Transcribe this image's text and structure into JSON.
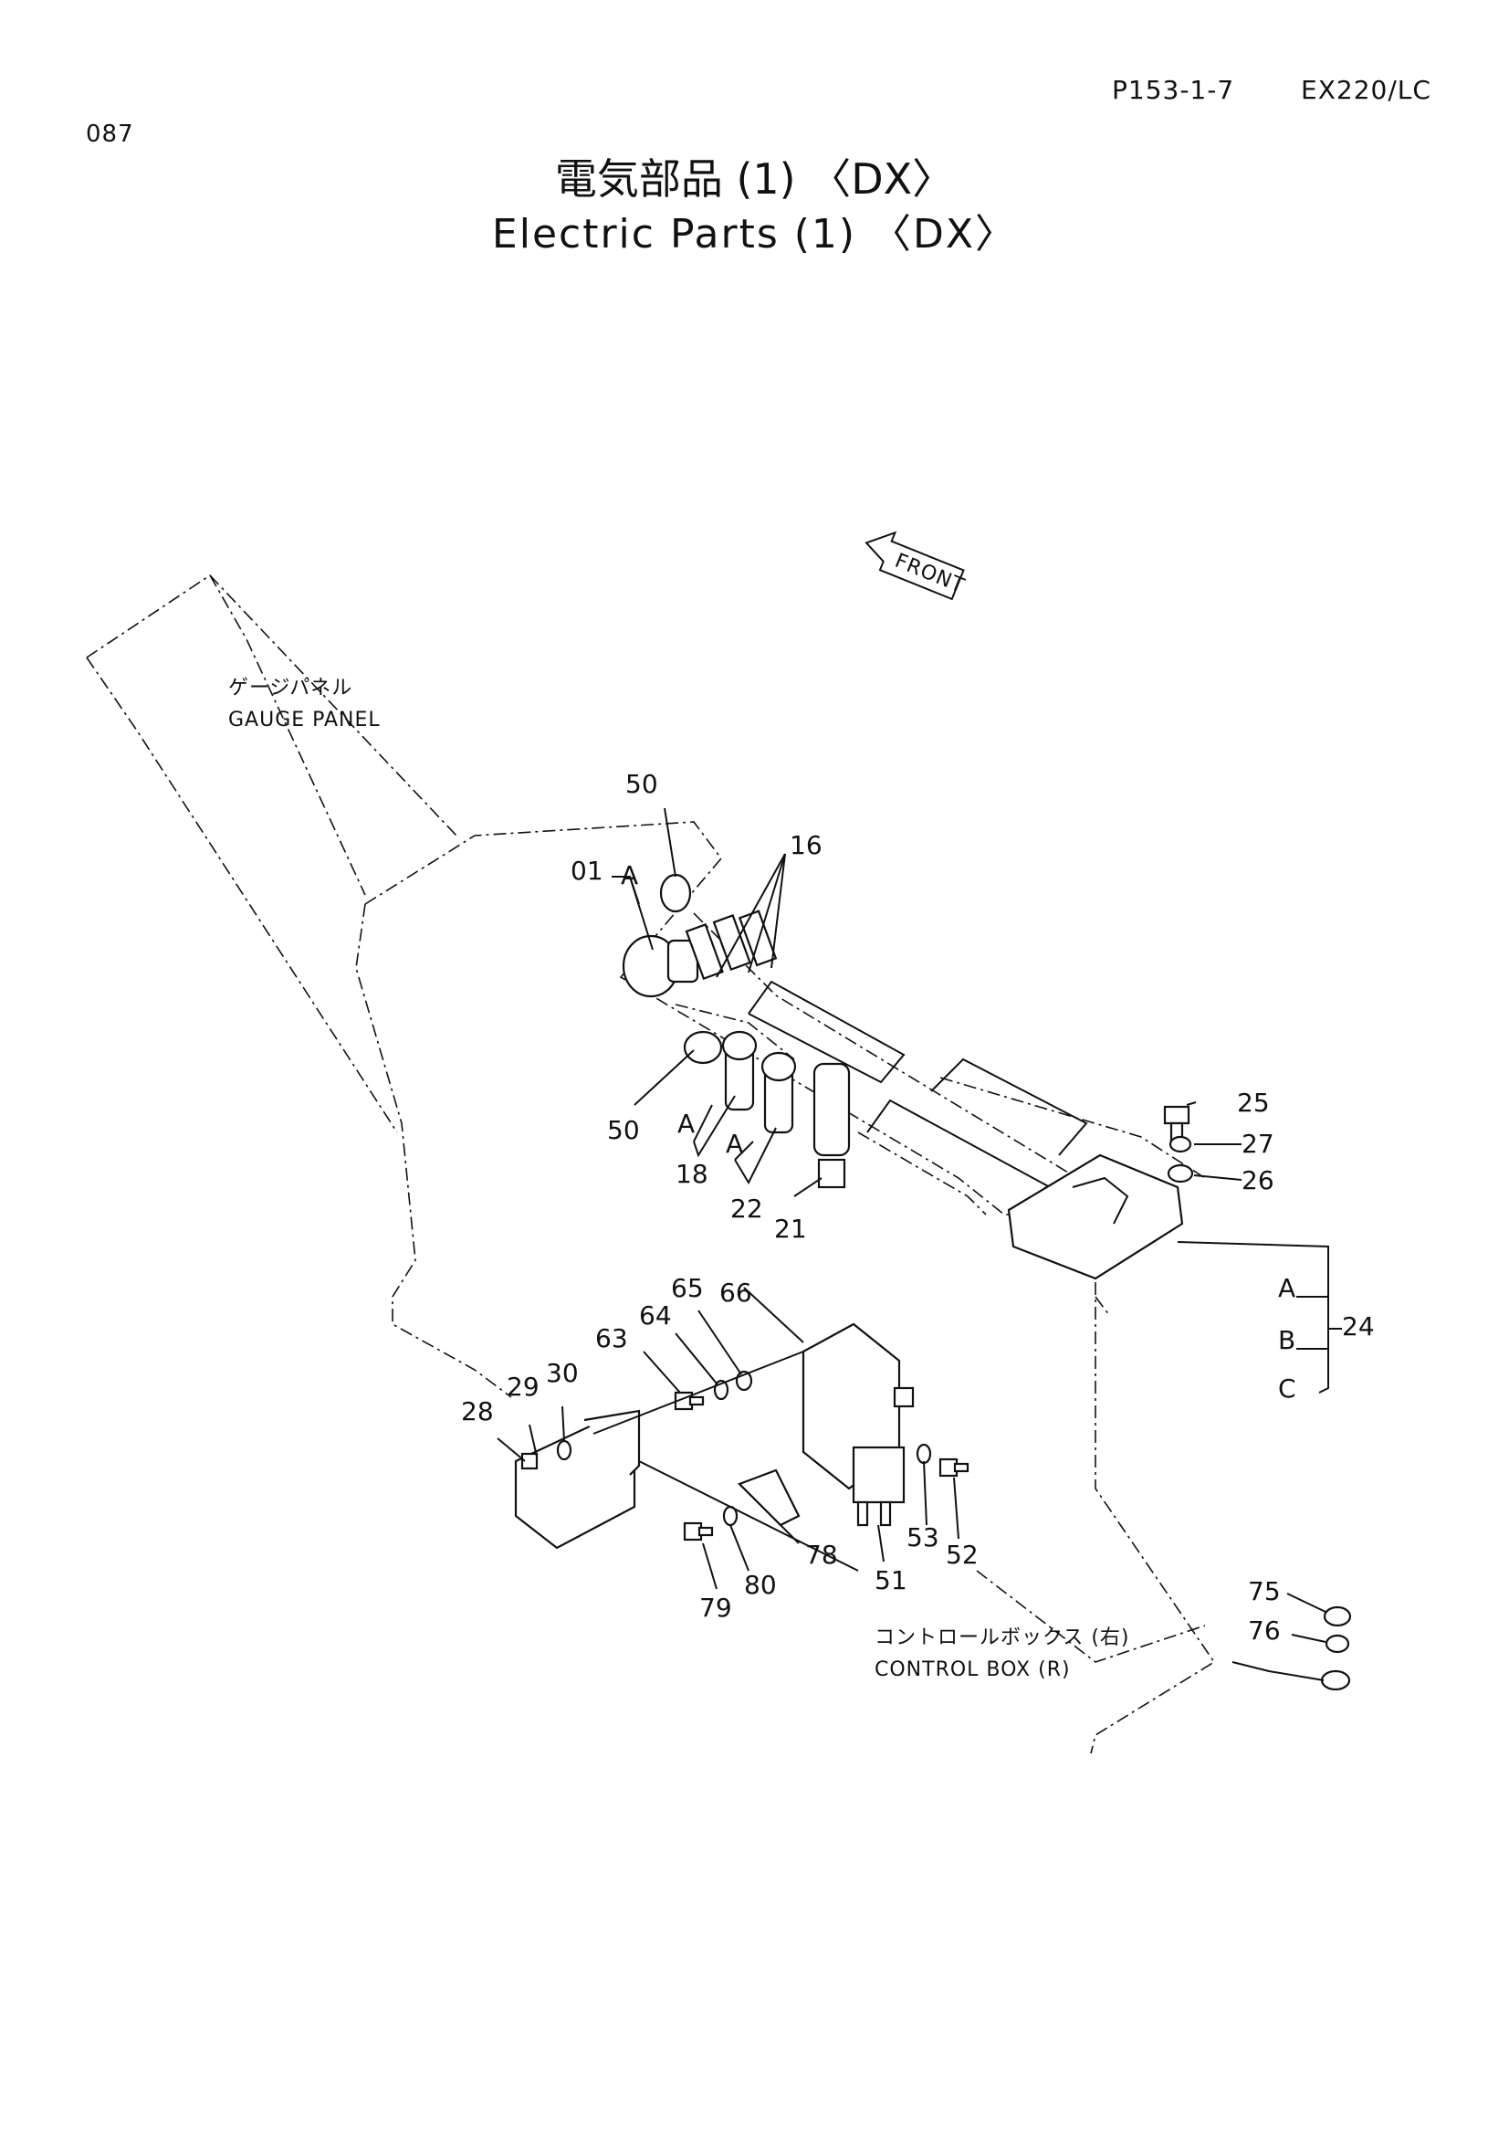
{
  "header": {
    "page_code": "087",
    "ref_code": "P153-1-7",
    "model": "EX220/LC",
    "title_ja": "電気部品 (1) 〈DX〉",
    "title_en": "Electric Parts (1) 〈DX〉"
  },
  "diagram": {
    "front_label": "FRONT",
    "gauge_panel_ja": "ゲージパネル",
    "gauge_panel_en": "GAUGE PANEL",
    "control_box_ja": "コントロールボックス (右)",
    "control_box_en": "CONTROL BOX (R)",
    "part_numbers": {
      "p01": "01",
      "p16": "16",
      "p18": "18",
      "p21": "21",
      "p22": "22",
      "p24": "24",
      "p25": "25",
      "p26": "26",
      "p27": "27",
      "p28": "28",
      "p29": "29",
      "p30": "30",
      "p50a": "50",
      "p50b": "50",
      "p51": "51",
      "p52": "52",
      "p53": "53",
      "p63": "63",
      "p64": "64",
      "p65": "65",
      "p66": "66",
      "p75": "75",
      "p76": "76",
      "p78": "78",
      "p79": "79",
      "p80": "80"
    },
    "sub_markers": {
      "a1": "A",
      "a2": "A",
      "a3": "A",
      "a24": "A",
      "b24": "B",
      "c24": "C"
    }
  }
}
